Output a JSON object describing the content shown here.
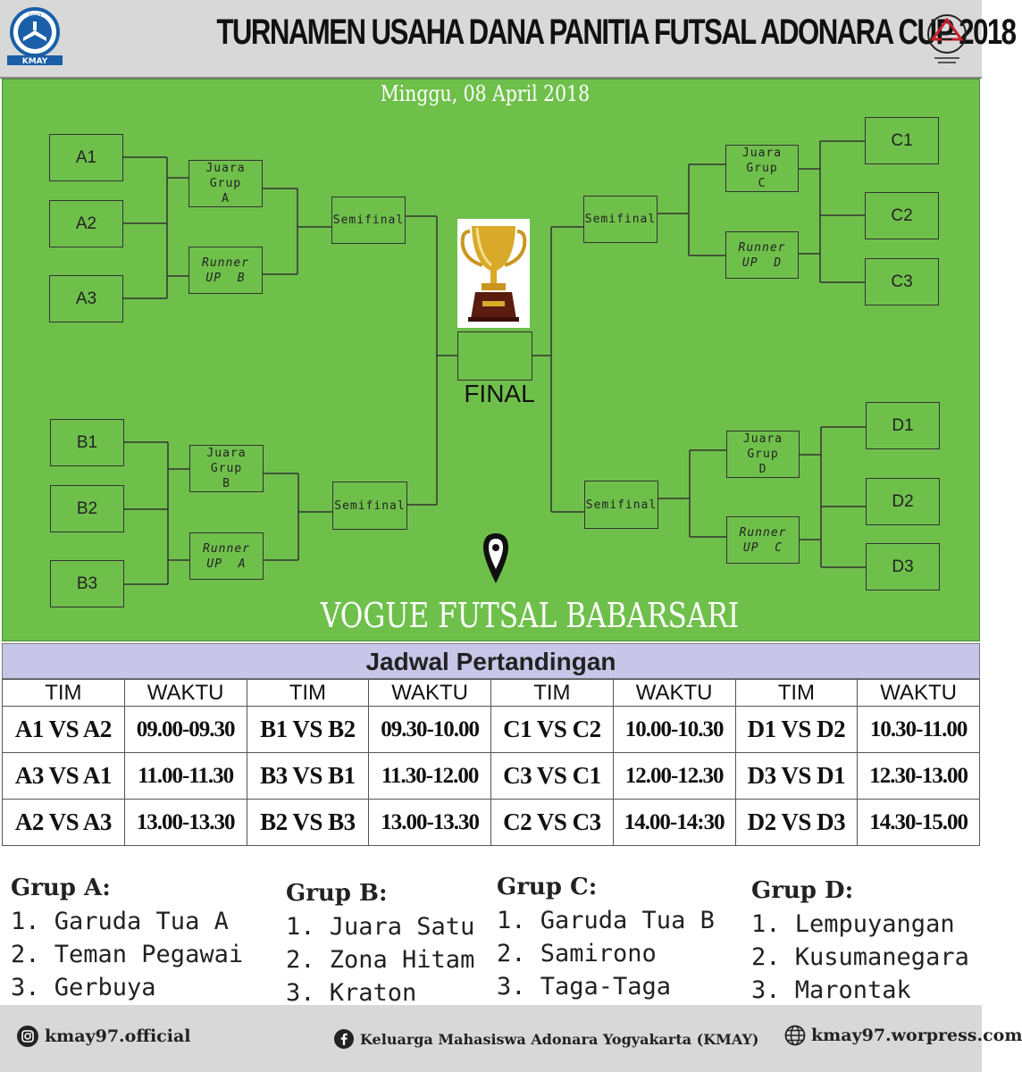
{
  "header": {
    "title": "TURNAMEN USAHA DANA PANITIA  FUTSAL ADONARA CUP 2018",
    "logo_left_text": "KMAY",
    "logo_left_year": "1997"
  },
  "bracket": {
    "date": "Minggu, 08 April 2018",
    "teams_left": [
      "A1",
      "A2",
      "A3",
      "B1",
      "B2",
      "B3"
    ],
    "teams_right": [
      "C1",
      "C2",
      "C3",
      "D1",
      "D2",
      "D3"
    ],
    "group_a_winner": [
      "Juara",
      "Grup",
      "A"
    ],
    "group_a_runner": [
      "Runner",
      "UP  B"
    ],
    "group_b_winner": [
      "Juara",
      "Grup",
      "B"
    ],
    "group_b_runner": [
      "Runner",
      "UP  A"
    ],
    "group_c_winner": [
      "Juara",
      "Grup",
      "C"
    ],
    "group_c_runner": [
      "Runner",
      "UP  D"
    ],
    "group_d_winner": [
      "Juara",
      "Grup",
      "D"
    ],
    "group_d_runner": [
      "Runner",
      "UP  C"
    ],
    "semifinal": "Semifinal",
    "final": "FINAL",
    "venue": "VOGUE  FUTSAL BABARSARI"
  },
  "schedule": {
    "title": "Jadwal Pertandingan",
    "headers": [
      "TIM",
      "WAKTU",
      "TIM",
      "WAKTU",
      "TIM",
      "WAKTU",
      "TIM",
      "WAKTU"
    ],
    "rows": [
      [
        "A1 VS A2",
        "09.00-09.30",
        "B1 VS B2",
        "09.30-10.00",
        "C1 VS C2",
        "10.00-10.30",
        "D1 VS D2",
        "10.30-11.00"
      ],
      [
        "A3 VS A1",
        "11.00-11.30",
        "B3 VS B1",
        "11.30-12.00",
        "C3 VS C1",
        "12.00-12.30",
        "D3 VS D1",
        "12.30-13.00"
      ],
      [
        "A2 VS A3",
        "13.00-13.30",
        "B2 VS B3",
        "13.00-13.30",
        "C2 VS C3",
        "14.00-14:30",
        "D2 VS D3",
        "14.30-15.00"
      ]
    ]
  },
  "groups": [
    {
      "title": "Grup A:",
      "members": [
        "1. Garuda Tua A",
        "2. Teman Pegawai",
        "3. Gerbuya"
      ]
    },
    {
      "title": "Grup B:",
      "members": [
        "1. Juara Satu",
        "2. Zona Hitam",
        "3. Kraton"
      ]
    },
    {
      "title": "Grup C:",
      "members": [
        "1. Garuda Tua B",
        "2. Samirono",
        "3. Taga-Taga"
      ]
    },
    {
      "title": "Grup D:",
      "members": [
        "1. Lempuyangan",
        "2. Kusumanegara",
        "3. Marontak"
      ]
    }
  ],
  "footer": {
    "instagram": "kmay97.official",
    "facebook": "Keluarga Mahasiswa Adonara Yogyakarta (KMAY)",
    "website": "kmay97.worpress.com",
    "icons": [
      "instagram-icon",
      "facebook-icon",
      "globe-icon"
    ]
  },
  "colors": {
    "field_green": "#6fc04b",
    "header_gray": "#d8d8d8",
    "schedule_title_bg": "#c8c6e8",
    "logo_blue": "#1a5fa8"
  }
}
